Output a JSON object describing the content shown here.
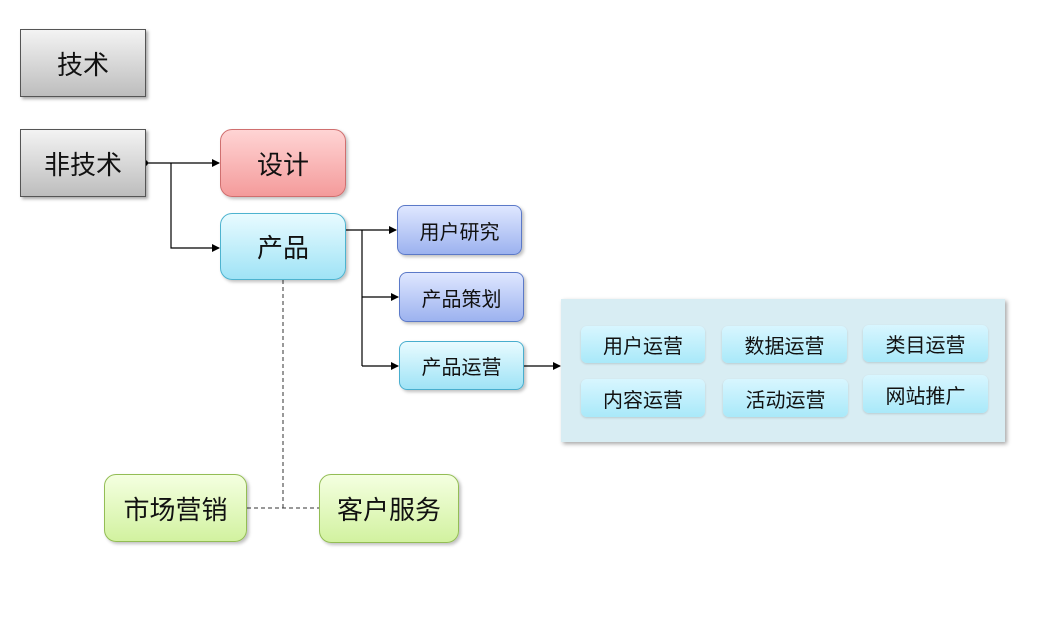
{
  "nodes": {
    "tech": "技术",
    "nontech": "非技术",
    "design": "设计",
    "product": "产品",
    "user_research": "用户研究",
    "product_planning": "产品策划",
    "product_ops": "产品运营",
    "marketing": "市场营销",
    "customer_service": "客户服务"
  },
  "ops_items": [
    "用户运营",
    "数据运营",
    "类目运营",
    "内容运营",
    "活动运营",
    "网站推广"
  ]
}
